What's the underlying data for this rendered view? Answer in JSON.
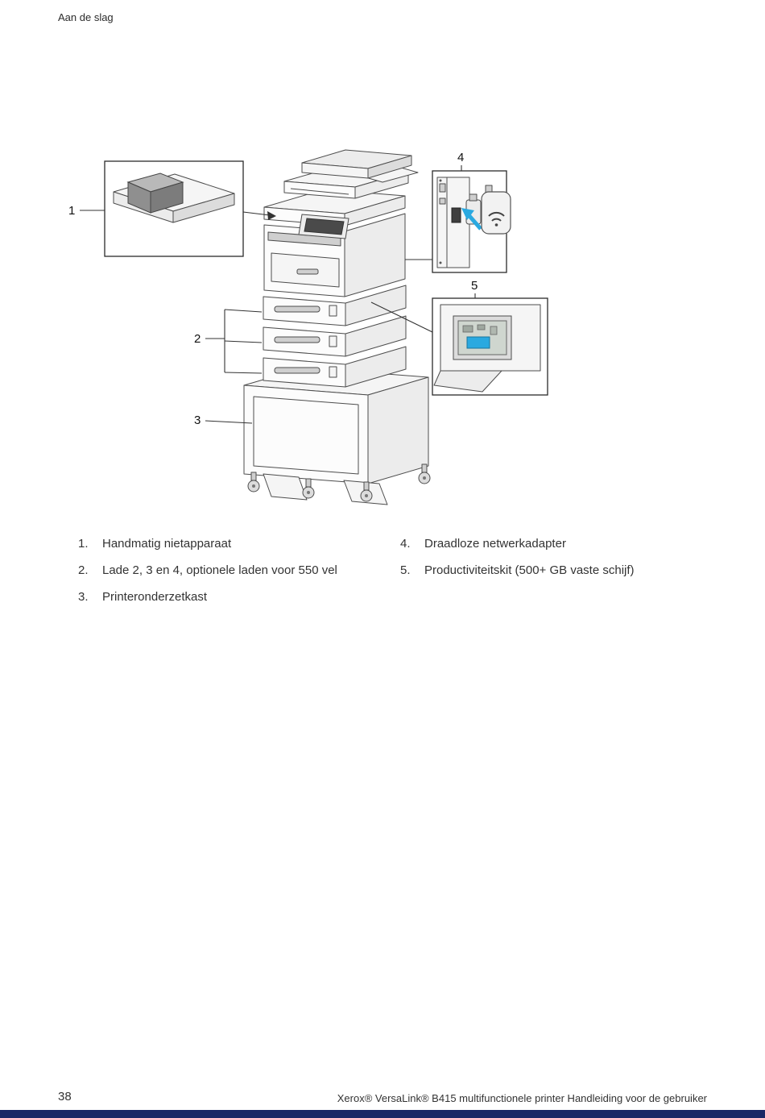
{
  "page": {
    "header": "Aan de slag",
    "footer": {
      "page_number": "38",
      "doc_title": "Xerox® VersaLink® B415 multifunctionele printer Handleiding voor de gebruiker"
    },
    "accent_bar_color": "#1b2766"
  },
  "figure": {
    "description": "Xerox VersaLink B415 multifunctionele printer met opties",
    "highlight_color": "#2aa9e0",
    "callouts": [
      {
        "n": "1"
      },
      {
        "n": "2"
      },
      {
        "n": "3"
      },
      {
        "n": "4"
      },
      {
        "n": "5"
      }
    ]
  },
  "legend": {
    "left": [
      {
        "num": "1.",
        "label": "Handmatig nietapparaat"
      },
      {
        "num": "2.",
        "label": "Lade 2, 3 en 4, optionele laden voor 550 vel"
      },
      {
        "num": "3.",
        "label": "Printeronderzetkast"
      }
    ],
    "right": [
      {
        "num": "4.",
        "label": "Draadloze netwerkadapter"
      },
      {
        "num": "5.",
        "label": "Productiviteitskit (500+ GB vaste schijf)"
      }
    ]
  }
}
